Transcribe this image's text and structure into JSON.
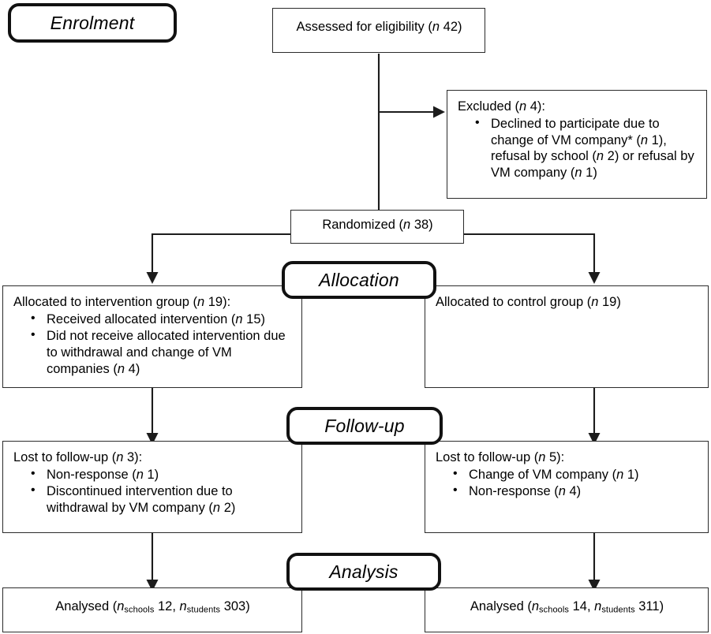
{
  "diagram": {
    "title": "CONSORT participant flow diagram",
    "line_color": "#2b2b2b",
    "pill_border_color": "#111111",
    "background": "#ffffff"
  },
  "phases": {
    "enrolment": "Enrolment",
    "allocation": "Allocation",
    "followup": "Follow-up",
    "analysis": "Analysis"
  },
  "enrolment": {
    "assessed": {
      "text_pre": "Assessed for eligibility (",
      "n": "n",
      "text_post": " 42)"
    },
    "excluded": {
      "head_pre": "Excluded (",
      "head_n": "n",
      "head_post": " 4):",
      "bullets": [
        {
          "segments": [
            {
              "t": "Declined to participate due to change of VM company* ("
            },
            {
              "t": "n",
              "i": true
            },
            {
              "t": " 1), refusal by school ("
            },
            {
              "t": "n",
              "i": true
            },
            {
              "t": " 2) or refusal by VM company ("
            },
            {
              "t": "n",
              "i": true
            },
            {
              "t": " 1)"
            }
          ]
        }
      ]
    },
    "randomized": {
      "text_pre": "Randomized (",
      "n": "n",
      "text_post": " 38)"
    }
  },
  "allocation": {
    "intervention": {
      "head_pre": "Allocated to intervention group (",
      "head_n": "n",
      "head_post": " 19):",
      "bullets": [
        {
          "segments": [
            {
              "t": "Received allocated intervention ("
            },
            {
              "t": "n",
              "i": true
            },
            {
              "t": " 15)"
            }
          ]
        },
        {
          "segments": [
            {
              "t": "Did not receive allocated intervention due to withdrawal and change of VM companies ("
            },
            {
              "t": "n",
              "i": true
            },
            {
              "t": " 4)"
            }
          ]
        }
      ]
    },
    "control": {
      "head_pre": "Allocated to control group (",
      "head_n": "n",
      "head_post": " 19)",
      "bullets": []
    }
  },
  "followup": {
    "intervention": {
      "head_pre": "Lost to follow-up (",
      "head_n": "n",
      "head_post": " 3):",
      "bullets": [
        {
          "segments": [
            {
              "t": "Non-response ("
            },
            {
              "t": "n",
              "i": true
            },
            {
              "t": " 1)"
            }
          ]
        },
        {
          "segments": [
            {
              "t": "Discontinued intervention due to withdrawal by VM company ("
            },
            {
              "t": "n",
              "i": true
            },
            {
              "t": " 2)"
            }
          ]
        }
      ]
    },
    "control": {
      "head_pre": "Lost to follow-up (",
      "head_n": "n",
      "head_post": " 5):",
      "bullets": [
        {
          "segments": [
            {
              "t": "Change of VM company ("
            },
            {
              "t": "n",
              "i": true
            },
            {
              "t": " 1)"
            }
          ]
        },
        {
          "segments": [
            {
              "t": "Non-response ("
            },
            {
              "t": "n",
              "i": true
            },
            {
              "t": " 4)"
            }
          ]
        }
      ]
    }
  },
  "analysis": {
    "intervention": {
      "pre": "Analysed (",
      "n1": "n",
      "sub1": "schools",
      "val1": " 12, ",
      "n2": "n",
      "sub2": "students",
      "val2": " 303)"
    },
    "control": {
      "pre": "Analysed (",
      "n1": "n",
      "sub1": "schools",
      "val1": " 14, ",
      "n2": "n",
      "sub2": "students",
      "val2": " 311)"
    }
  }
}
